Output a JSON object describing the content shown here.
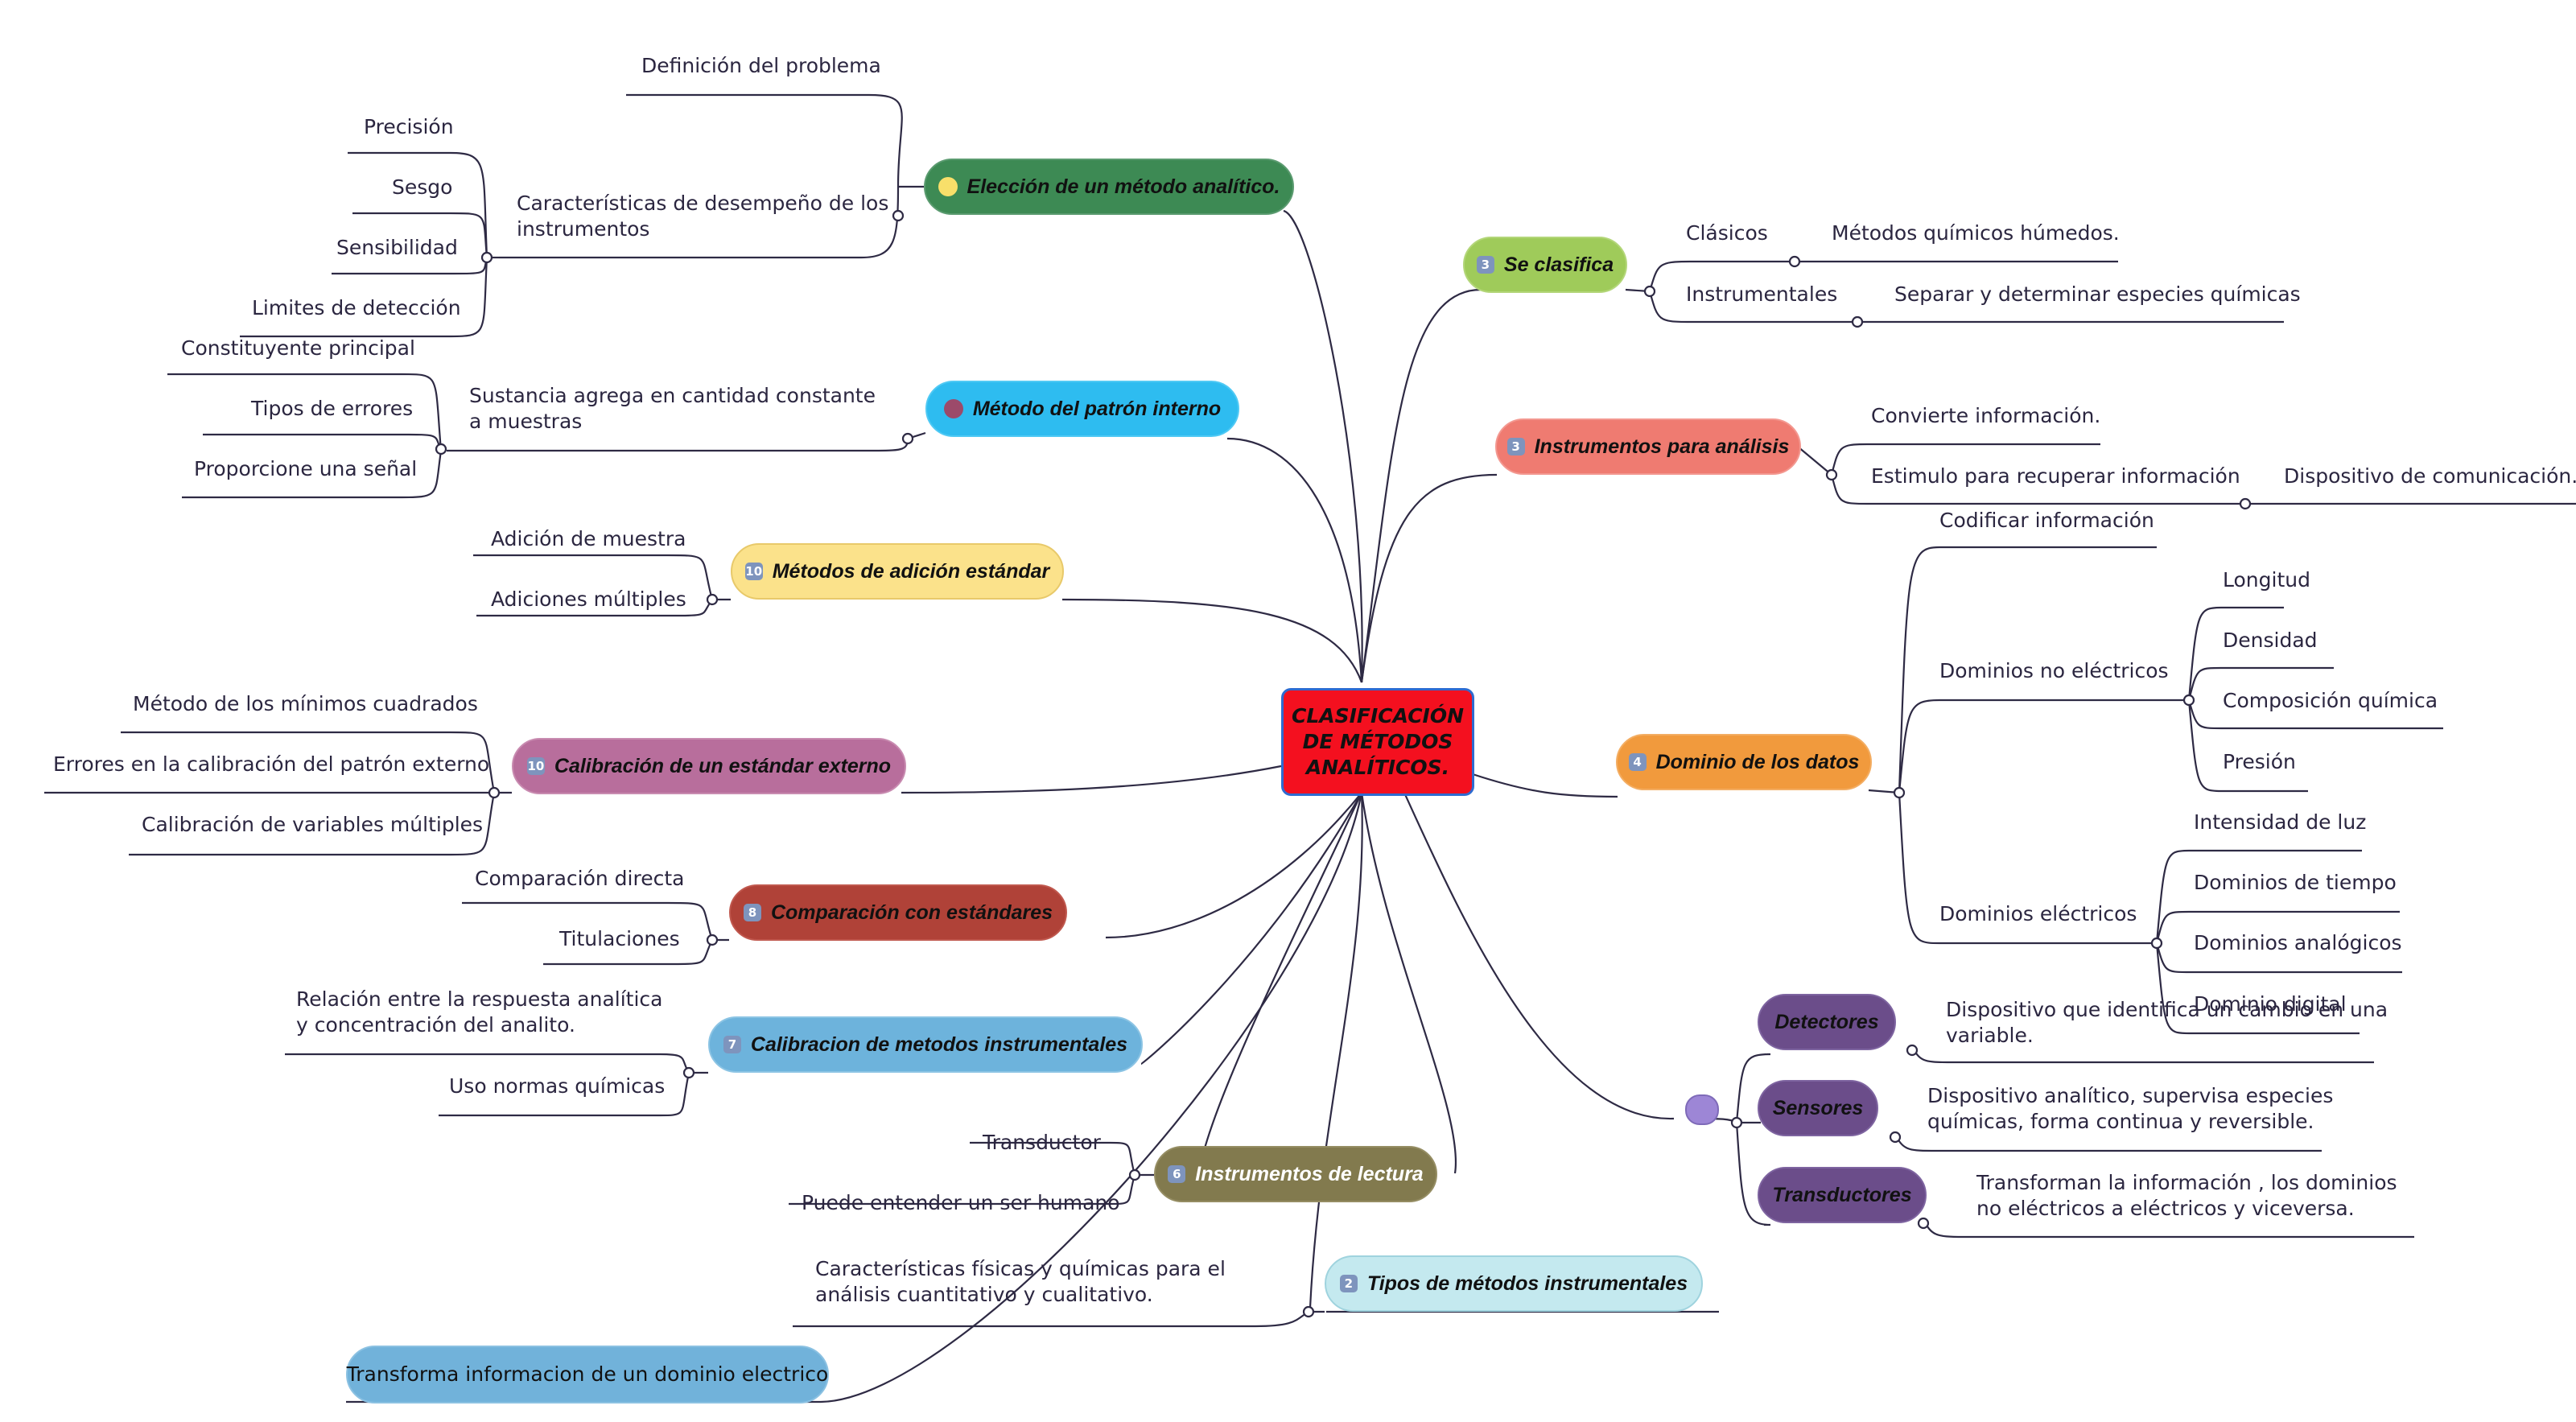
{
  "root": {
    "label": "CLASIFICACIÓN\nDE MÉTODOS\nANALÍTICOS.",
    "color": "#f4101f"
  },
  "colors": {
    "line": "#2e2a44",
    "text": "#2b2640",
    "badge": "#7e94bd"
  },
  "topics": [
    {
      "id": "eleccion",
      "label": "Elección de un método analítico.",
      "color": "#3d8a54",
      "icon": "yellow-dot-icon",
      "icon_color": "#f8df6a"
    },
    {
      "id": "patron",
      "label": "Método del patrón interno",
      "color": "#2ebcf0",
      "icon": "purple-dot-icon",
      "icon_color": "#9c4a6a"
    },
    {
      "id": "adicion",
      "label": "Métodos de adición estándar",
      "color": "#fbe28b",
      "icon": "number-ten-icon",
      "icon_text": "10"
    },
    {
      "id": "calibracion_externo",
      "label": "Calibración de un estándar externo",
      "color": "#b86e9c",
      "icon": "number-ten-icon",
      "icon_text": "10"
    },
    {
      "id": "comparacion",
      "label": "Comparación con estándares",
      "color": "#b04238",
      "icon": "number-eight-icon",
      "icon_text": "8"
    },
    {
      "id": "calibracion_instr",
      "label": "Calibracion de metodos instrumentales",
      "color": "#6db3dc",
      "icon": "number-seven-icon",
      "icon_text": "7"
    },
    {
      "id": "lectura",
      "label": "Instrumentos de lectura",
      "color": "#827a4e",
      "icon": "number-six-icon",
      "icon_text": "6"
    },
    {
      "id": "tipos",
      "label": "Tipos de métodos instrumentales",
      "color": "#c4e9ef",
      "icon": "number-two-icon",
      "icon_text": "2"
    },
    {
      "id": "clasifica",
      "label": "Se clasifica",
      "color": "#9fcb5a",
      "icon": "number-three-icon",
      "icon_text": "3"
    },
    {
      "id": "instrumentos",
      "label": "Instrumentos para análisis",
      "color": "#ef7b71",
      "icon": "number-three-icon",
      "icon_text": "3"
    },
    {
      "id": "dominio",
      "label": "Dominio de los datos",
      "color": "#f19a3d",
      "icon": "number-four-icon",
      "icon_text": "4"
    },
    {
      "id": "detectores",
      "label": "Detectores",
      "color": "#6b4d8a",
      "icon": ""
    },
    {
      "id": "sensores",
      "label": "Sensores",
      "color": "#6b4d8a",
      "icon": ""
    },
    {
      "id": "transductores",
      "label": "Transductores",
      "color": "#6b4d8a",
      "icon": ""
    },
    {
      "id": "transforma",
      "label": "Transforma informacion de un dominio electrico",
      "color": "#71b2da",
      "icon": ""
    }
  ],
  "leaves": {
    "definicion": "Definición del problema",
    "caracteristicas_desempeno": "Características de desempeño de los instrumentos",
    "precision": "Precisión",
    "sesgo": "Sesgo",
    "sensibilidad": "Sensibilidad",
    "limites": "Limites de detección",
    "constituyente": "Constituyente principal",
    "tipos_errores": "Tipos de errores",
    "proporcione": "Proporcione una señal",
    "sustancia": "Sustancia agrega  en cantidad constante a muestras",
    "adicion_muestra": "Adición de muestra",
    "adiciones_multiples": "Adiciones múltiples",
    "minimos_cuadrados": "Método de los mínimos cuadrados",
    "errores_calibracion": "Errores en la calibración del patrón externo",
    "variables_multiples": "Calibración de variables múltiples",
    "comparacion_directa": "Comparación directa",
    "titulaciones": "Titulaciones",
    "relacion": "Relación entre la respuesta analítica y concentración del analito.",
    "normas": "Uso normas químicas",
    "transductor": "Transductor",
    "humano": "Puede entender un ser humano",
    "caracteristicas_fisicas": "Características físicas y químicas para el análisis cuantitativo y cualitativo.",
    "clasicos": "Clásicos",
    "humedos": "Métodos químicos húmedos.",
    "instrumentales": "Instrumentales",
    "separar": "Separar y determinar especies químicas",
    "convierte": "Convierte información.",
    "estimulo": "Estimulo para recuperar información",
    "dispositivo_com": "Dispositivo de comunicación.",
    "codificar": "Codificar información",
    "no_electricos": "Dominios no eléctricos",
    "longitud": "Longitud",
    "densidad": "Densidad",
    "composicion": "Composición química",
    "presion": "Presión",
    "electricos": "Dominios eléctricos",
    "intensidad": "Intensidad de luz",
    "tiempo": "Dominios de tiempo",
    "analogicos": "Dominios analógicos",
    "digital": "Dominio digital",
    "detectores_desc": "Dispositivo que identifica un cambio en una variable.",
    "sensores_desc": "Dispositivo analítico, supervisa especies químicas, forma continua y reversible.",
    "transductores_desc": "Transforman la información , los dominios no eléctricos a eléctricos  y viceversa."
  }
}
